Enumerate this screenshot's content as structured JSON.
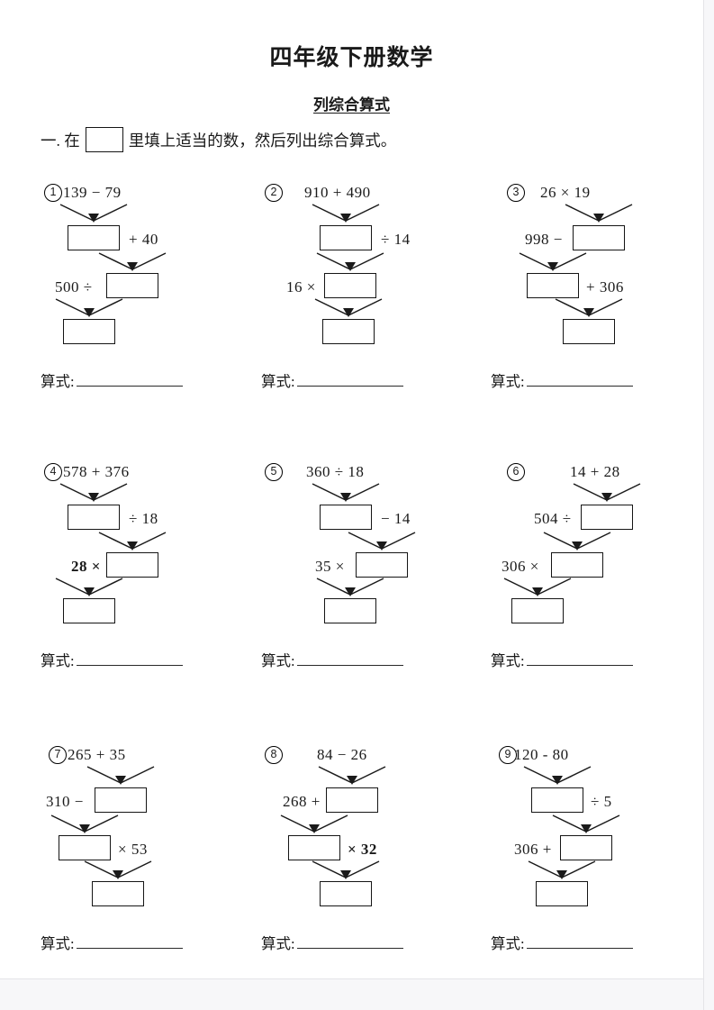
{
  "page": {
    "title": "四年级下册数学",
    "subtitle": "列综合算式",
    "instruction_prefix": "一. 在",
    "instruction_suffix": "里填上适当的数，然后列出综合算式。",
    "answer_label": "算式:"
  },
  "problems": [
    {
      "num": "1",
      "top": "139 − 79",
      "l2_right": "+ 40",
      "l3_left": "500 ÷"
    },
    {
      "num": "2",
      "top": "910 + 490",
      "l2_right": "÷ 14",
      "l3_left": "16 ×"
    },
    {
      "num": "3",
      "top": "26 × 19",
      "l2_left": "998 −",
      "l3_right": "+ 306"
    },
    {
      "num": "4",
      "top": "578 + 376",
      "l2_right": "÷ 18",
      "l3_left": "28 ×"
    },
    {
      "num": "5",
      "top": "360 ÷ 18",
      "l2_right": "− 14",
      "l3_left": "35 ×"
    },
    {
      "num": "6",
      "top": "14 + 28",
      "l2_left": "504 ÷",
      "l3_left": "306 ×"
    },
    {
      "num": "7",
      "top": "265 + 35",
      "l2_left": "310 −",
      "l3_right": "× 53"
    },
    {
      "num": "8",
      "top": "84 − 26",
      "l2_left": "268 +",
      "l3_right": "× 32"
    },
    {
      "num": "9",
      "top": "120 - 80",
      "l2_right": "÷ 5",
      "l3_left": "306 +"
    }
  ]
}
